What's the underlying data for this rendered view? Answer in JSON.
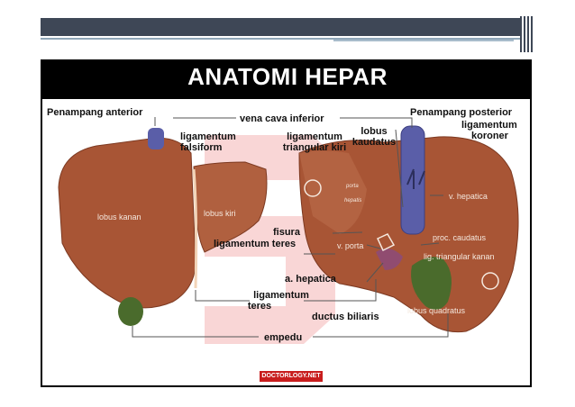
{
  "title": "ANATOMI HEPAR",
  "labels": {
    "penampang_anterior": "Penampang anterior",
    "vena_cava_inferior": "vena cava inferior",
    "penampang_posterior": "Penampang posterior",
    "ligamentum_falsiform": [
      "ligamentum",
      "falsiform"
    ],
    "ligamentum_triangular_kiri": [
      "ligamentum",
      "triangular kiri"
    ],
    "lobus_kaudatus": [
      "lobus",
      "kaudatus"
    ],
    "ligamentum_koroner": [
      "ligamentum",
      "koroner"
    ],
    "lobus_kanan": "lobus kanan",
    "lobus_kiri": "lobus kiri",
    "porta_hepatis": [
      "porta",
      "hepatis"
    ],
    "v_hepatica": "v. hepatica",
    "fisura_ligamentum_teres": [
      "fisura",
      "ligamentum teres"
    ],
    "v_porta": "v. porta",
    "proc_caudatus": "proc. caudatus",
    "lig_triangular_kanan": "lig. triangular kanan",
    "a_hepatica": "a. hepatica",
    "ligamentum_teres": [
      "ligamentum",
      "teres"
    ],
    "ductus_biliaris": "ductus biliaris",
    "lobus_quadratus": "lobus quadratus",
    "empedu": "empedu"
  },
  "logo_text": "DOCTORLOGY.NET",
  "colors": {
    "liver": "#a85535",
    "liver_dark": "#7d3a22",
    "vein": "#5a5ea8",
    "gallbladder": "#4a6b2c",
    "watermark": "#f0a8a8"
  }
}
